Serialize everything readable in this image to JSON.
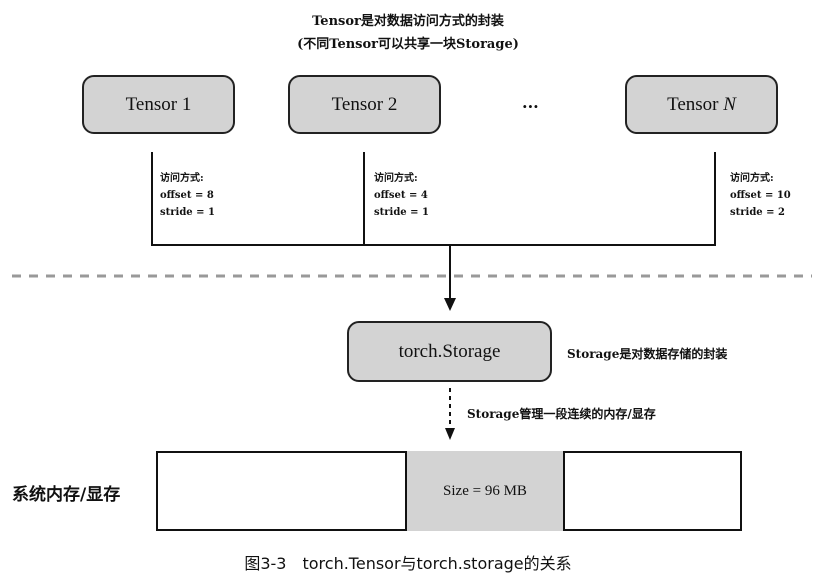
{
  "title": {
    "line1": "Tensor是对数据访问方式的封装",
    "line2": "(不同Tensor可以共享一块Storage)"
  },
  "tensors": [
    {
      "label": "Tensor 1",
      "access_label": "访问方式:",
      "offset": "offset = 8",
      "stride": "stride = 1"
    },
    {
      "label": "Tensor 2",
      "access_label": "访问方式:",
      "offset": "offset = 4",
      "stride": "stride = 1"
    },
    {
      "label": "Tensor ",
      "label_suffix": "N",
      "access_label": "访问方式:",
      "offset": "offset = 10",
      "stride": "stride = 2"
    }
  ],
  "ellipsis": "...",
  "storage": {
    "label": "torch.Storage",
    "description": "Storage是对数据存储的封装",
    "manage_text": "Storage管理一段连续的内存/显存"
  },
  "memory": {
    "label": "系统内存/显存",
    "segment_label": "Size = 96 MB"
  },
  "caption": "图3-3　torch.Tensor与torch.storage的关系",
  "colors": {
    "box_fill": "#d3d3d3",
    "line": "#111111",
    "dash": "#999999"
  }
}
